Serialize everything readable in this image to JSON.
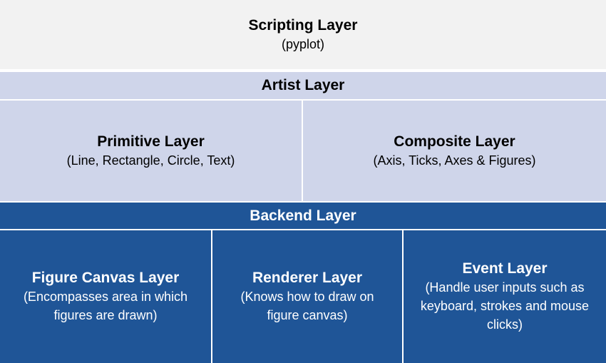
{
  "scripting": {
    "title": "Scripting Layer",
    "subtitle": "(pyplot)"
  },
  "artist": {
    "title": "Artist Layer",
    "primitive": {
      "title": "Primitive Layer",
      "description": "(Line, Rectangle, Circle, Text)"
    },
    "composite": {
      "title": "Composite Layer",
      "description": "(Axis, Ticks, Axes & Figures)"
    }
  },
  "backend": {
    "title": "Backend Layer",
    "figure_canvas": {
      "title": "Figure Canvas Layer",
      "description": "(Encompasses area in which figures are drawn)"
    },
    "renderer": {
      "title": "Renderer Layer",
      "description": "(Knows how to draw on figure canvas)"
    },
    "event": {
      "title": "Event Layer",
      "description": "(Handle user inputs such as keyboard, strokes and mouse clicks)"
    }
  },
  "colors": {
    "scripting_bg": "#f2f2f2",
    "artist_bg": "#cfd5ea",
    "backend_bg": "#1f5597",
    "backend_text": "#ffffff"
  }
}
